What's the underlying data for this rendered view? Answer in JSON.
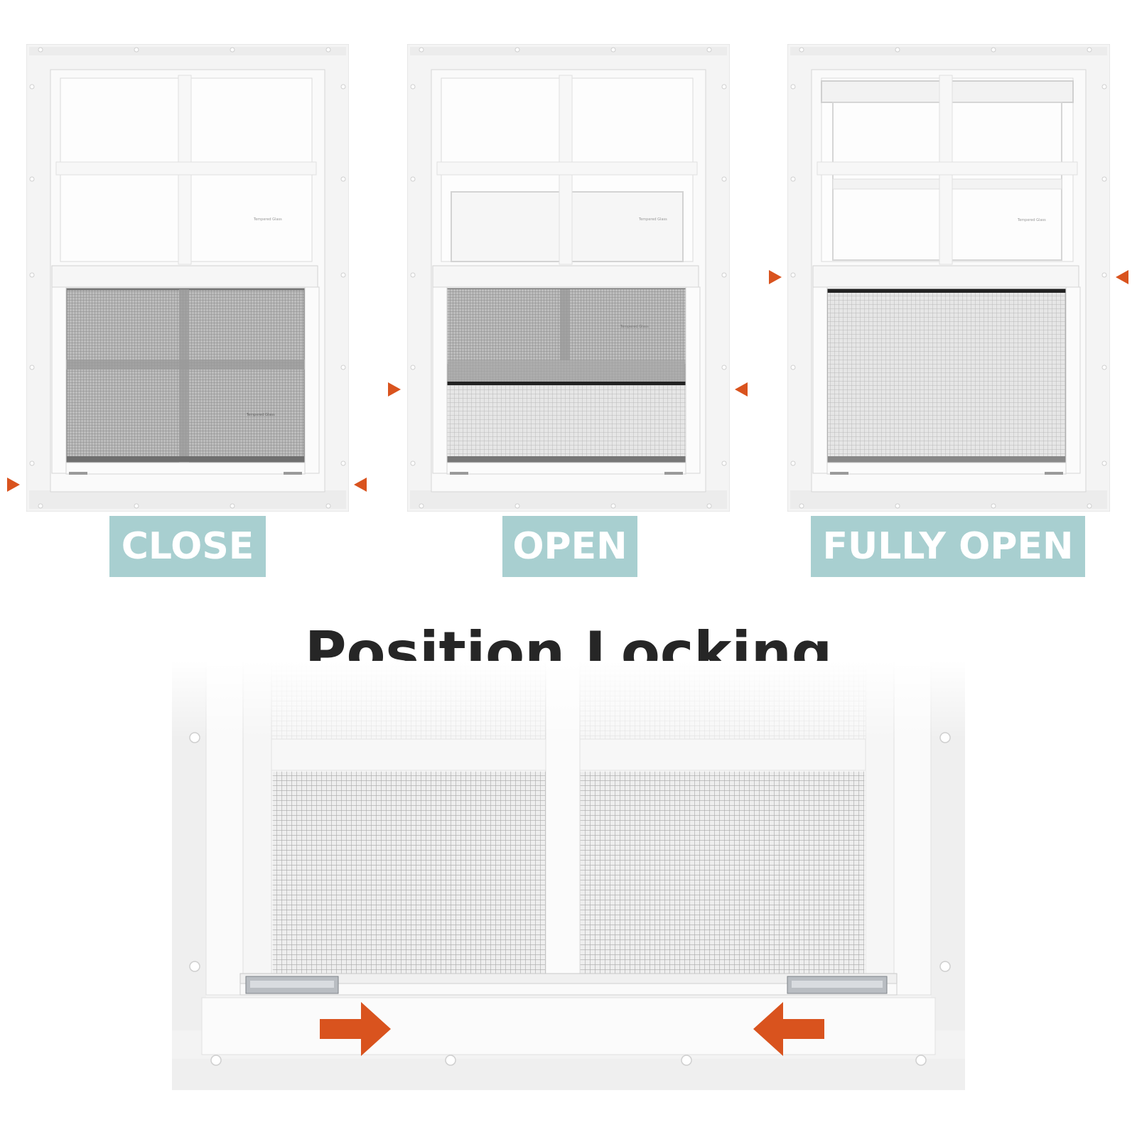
{
  "states": [
    {
      "id": "close",
      "label": "CLOSE",
      "glass_text": "Tempered Glass",
      "screen_text": "Tempered Glass"
    },
    {
      "id": "open",
      "label": "OPEN",
      "glass_text": "Tempered Glass",
      "screen_text": "Tempered Glass"
    },
    {
      "id": "fully-open",
      "label": "FULLY OPEN",
      "glass_text": "Tempered Glass"
    }
  ],
  "section_title": "Position Locking",
  "colors": {
    "label_bg": "#a8cfd0",
    "label_text": "#ffffff",
    "accent_arrow": "#d9531e",
    "title_text": "#262626",
    "frame": "#f4f4f4",
    "screen_mesh": "#8a8a8a"
  },
  "icons": {
    "position_marker": "triangle-marker-icon",
    "lock_arrow": "arrow-icon"
  }
}
